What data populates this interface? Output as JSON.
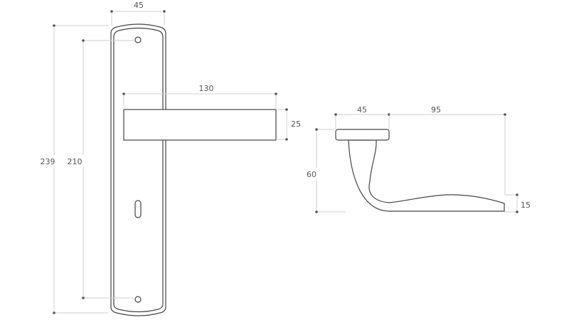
{
  "plate_view": {
    "dimensions": {
      "plate_width": "45",
      "plate_height": "239",
      "hole_spacing": "210",
      "lever_length": "130",
      "lever_height": "25"
    }
  },
  "side_view": {
    "dimensions": {
      "rosette_width": "45",
      "projection": "95",
      "height": "60",
      "tip_thickness": "15"
    }
  }
}
